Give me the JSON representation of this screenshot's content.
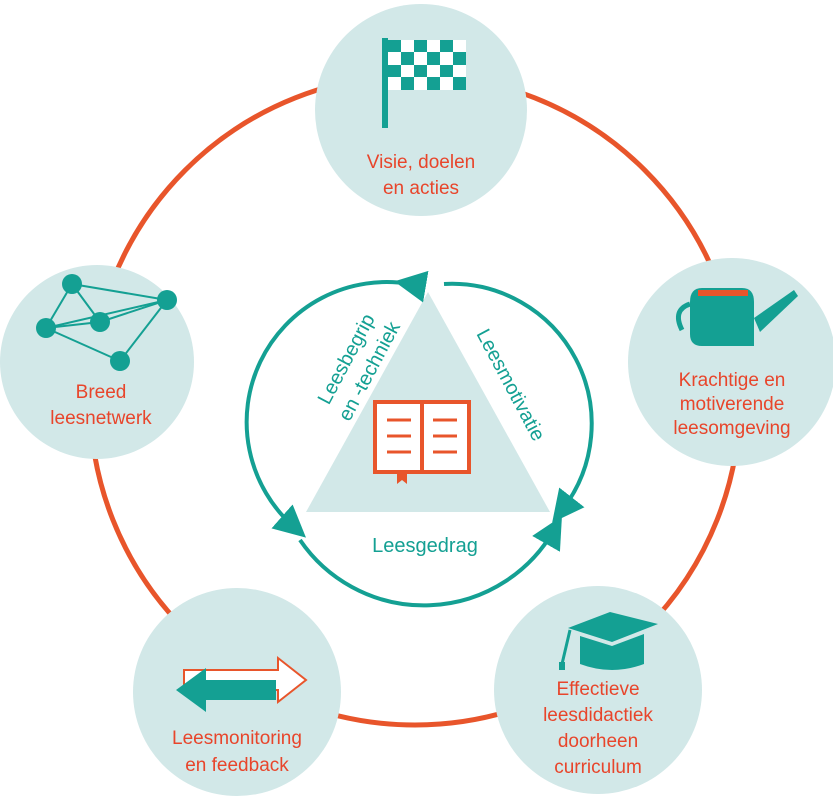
{
  "colors": {
    "ring": "#e8552b",
    "circle_fill": "#d2e8e8",
    "teal": "#14a093",
    "orange_text": "#e8452b",
    "triangle_fill": "#d2e8e8"
  },
  "nodes": [
    {
      "icon": "checkered-flag-icon",
      "lines": [
        "Visie, doelen",
        "en acties"
      ]
    },
    {
      "icon": "watering-can-icon",
      "lines": [
        "Krachtige en",
        "motiverende",
        "leesomgeving"
      ]
    },
    {
      "icon": "graduation-cap-icon",
      "lines": [
        "Effectieve",
        "leesdidactiek",
        "doorheen",
        "curriculum"
      ]
    },
    {
      "icon": "two-way-arrow-icon",
      "lines": [
        "Leesmonitoring",
        "en feedback"
      ]
    },
    {
      "icon": "network-graph-icon",
      "lines": [
        "Breed",
        "leesnetwerk"
      ]
    }
  ],
  "triangle": {
    "left_lines": [
      "Leesbegrip",
      "en -techniek"
    ],
    "right_label": "Leesmotivatie",
    "bottom_label": "Leesgedrag",
    "center_icon": "open-book-icon"
  }
}
